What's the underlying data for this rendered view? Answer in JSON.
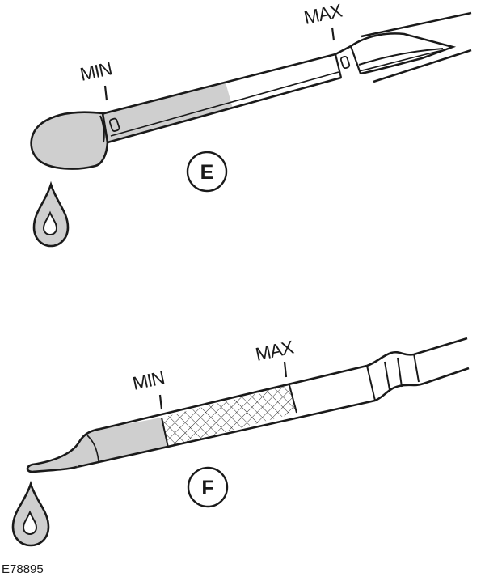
{
  "figure_code": "E78895",
  "colors": {
    "ink": "#1a1a1a",
    "oil_fill": "#cfcfcf",
    "background": "#ffffff"
  },
  "dipsticks": [
    {
      "id": "E",
      "label": "E",
      "min_label": "MIN",
      "max_label": "MAX",
      "marking": "oil-level-with-holes"
    },
    {
      "id": "F",
      "label": "F",
      "min_label": "MIN",
      "max_label": "MAX",
      "marking": "crosshatched-band"
    }
  ],
  "icons": [
    "oil-drop-icon",
    "oil-drop-icon"
  ]
}
